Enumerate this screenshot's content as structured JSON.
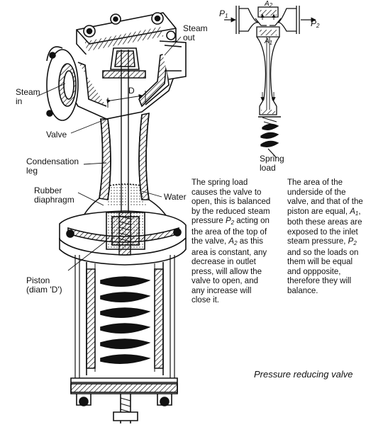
{
  "labels": {
    "steam_out": "Steam\nout",
    "steam_in": "Steam\nin",
    "valve": "Valve",
    "condensation_leg": "Condensation\nleg",
    "rubber_diaphragm": "Rubber\ndiaphragm",
    "water": "Water",
    "piston": "Piston\n(diam 'D')",
    "dimension_d": "D",
    "spring_load": "Spring\nload"
  },
  "schematic": {
    "p1": "P",
    "p1_sub": "1",
    "p2": "P",
    "p2_sub": "2",
    "a1": "A",
    "a1_sub": "1",
    "a2": "A",
    "a2_sub": "2"
  },
  "text": {
    "para1_a": "The spring load causes the valve to open, this is balanced by the reduced steam pressure ",
    "para1_p": "P",
    "para1_p_sub": "2",
    "para1_b": " acting on the area of the top of the valve, ",
    "para1_a2": "A",
    "para1_a2_sub": "2",
    "para1_c": " as this area is constant, any decrease in outlet press, will allow the valve to open, and any increase will close it.",
    "para2_a": "The area of the underside of the valve, and that of the piston are equal, ",
    "para2_a1": "A",
    "para2_a1_sub": "1",
    "para2_b": ", both these areas are exposed to the inlet steam pressure, ",
    "para2_p": "P",
    "para2_p_sub": "2",
    "para2_c": " and so the loads on them will be equal and oppposite, therefore they will balance."
  },
  "caption": "Pressure reducing valve"
}
